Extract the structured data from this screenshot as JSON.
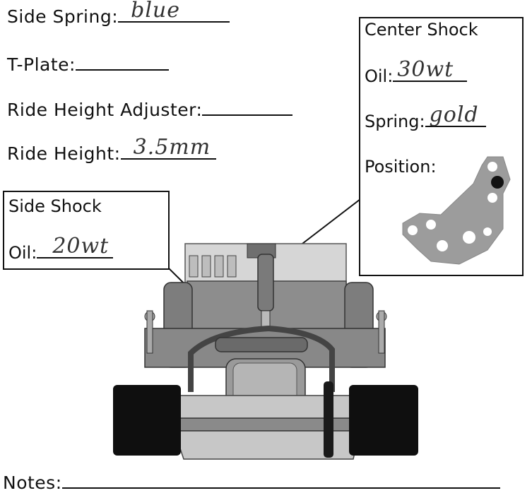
{
  "form": {
    "side_spring": {
      "label": "Side Spring:",
      "value": "blue"
    },
    "t_plate": {
      "label": "T-Plate:",
      "value": ""
    },
    "ride_height_adjuster": {
      "label": "Ride Height Adjuster:",
      "value": ""
    },
    "ride_height": {
      "label": "Ride Height:",
      "value": "3.5mm"
    },
    "notes": {
      "label": "Notes:",
      "value": ""
    }
  },
  "center_shock": {
    "title": "Center Shock",
    "oil_label": "Oil:",
    "oil_value": "30wt",
    "spring_label": "Spring:",
    "spring_value": "gold",
    "position_label": "Position:"
  },
  "side_shock": {
    "title": "Side Shock",
    "oil_label": "Oil:",
    "oil_value": "20wt"
  },
  "colors": {
    "ink": "#111111",
    "handwriting": "#333333",
    "chassis": "#8a8a8a"
  }
}
